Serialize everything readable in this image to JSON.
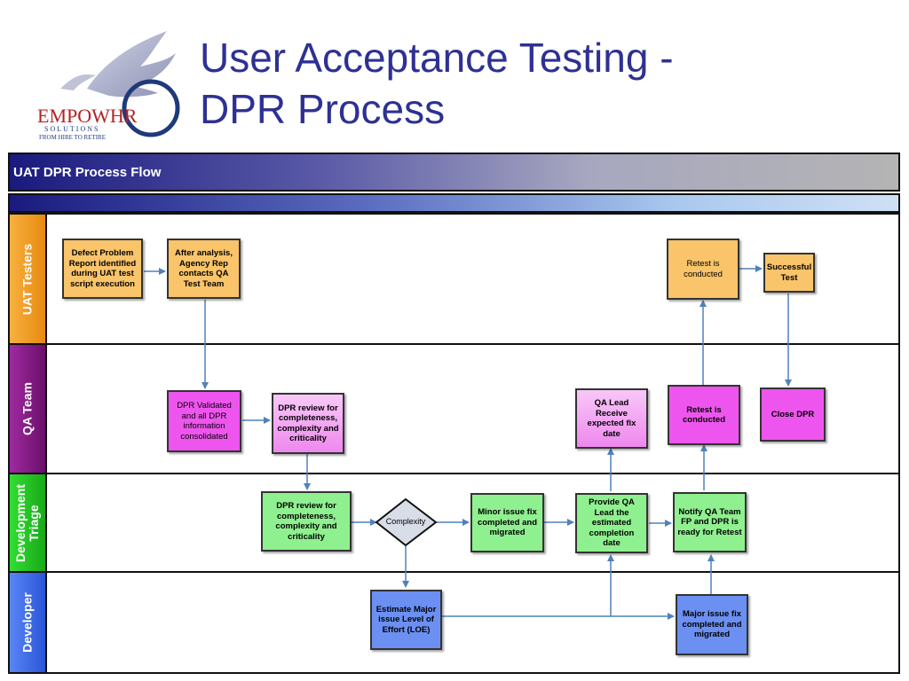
{
  "logo": {
    "brand": "EMPOWHR",
    "sub": "SOLUTIONS",
    "tagline": "FROM HIRE TO RETIRE"
  },
  "title": {
    "line1": "User Acceptance Testing -",
    "line2": "DPR Process"
  },
  "flow_title": "UAT DPR Process Flow",
  "lanes": {
    "uat_testers": "UAT Testers",
    "qa_team": "QA Team",
    "dev_triage_1": "Development",
    "dev_triage_2": "Triage",
    "developer": "Developer"
  },
  "boxes": {
    "defect_identified": "Defect Problem Report identified during UAT test script execution",
    "agency_rep": "After analysis, Agency Rep contacts QA Test Team",
    "retest_uat": "Retest is conducted",
    "successful_test": "Successful Test",
    "dpr_validated": "DPR Validated and all DPR information consolidated",
    "dpr_review_qa": "DPR review for completeness, complexity and criticality",
    "qa_lead_receive": "QA Lead Receive expected fix date",
    "retest_qa": "Retest is conducted",
    "close_dpr": "Close DPR",
    "dpr_review_triage": "DPR review for completeness, complexity and criticality",
    "complexity": "Complexity",
    "minor_issue": "Minor issue fix completed and migrated",
    "provide_qa_lead": "Provide QA Lead the estimated completion date",
    "notify_qa": "Notify QA Team FP and DPR is ready for Retest",
    "estimate_major": "Estimate Major issue Level of Effort (LOE)",
    "major_issue": "Major issue fix completed and migrated"
  },
  "colors": {
    "title": "#2e3192",
    "uat_lane": "#f5a020",
    "qa_lane": "#8a1a8a",
    "triage_lane": "#22cc22",
    "developer_lane": "#3d6ff0",
    "orange_box": "#f9c46a",
    "magenta_box": "#ee55ee",
    "green_box": "#8ff08f",
    "blue_box": "#6b90f2",
    "arrow": "#4f81bd"
  }
}
